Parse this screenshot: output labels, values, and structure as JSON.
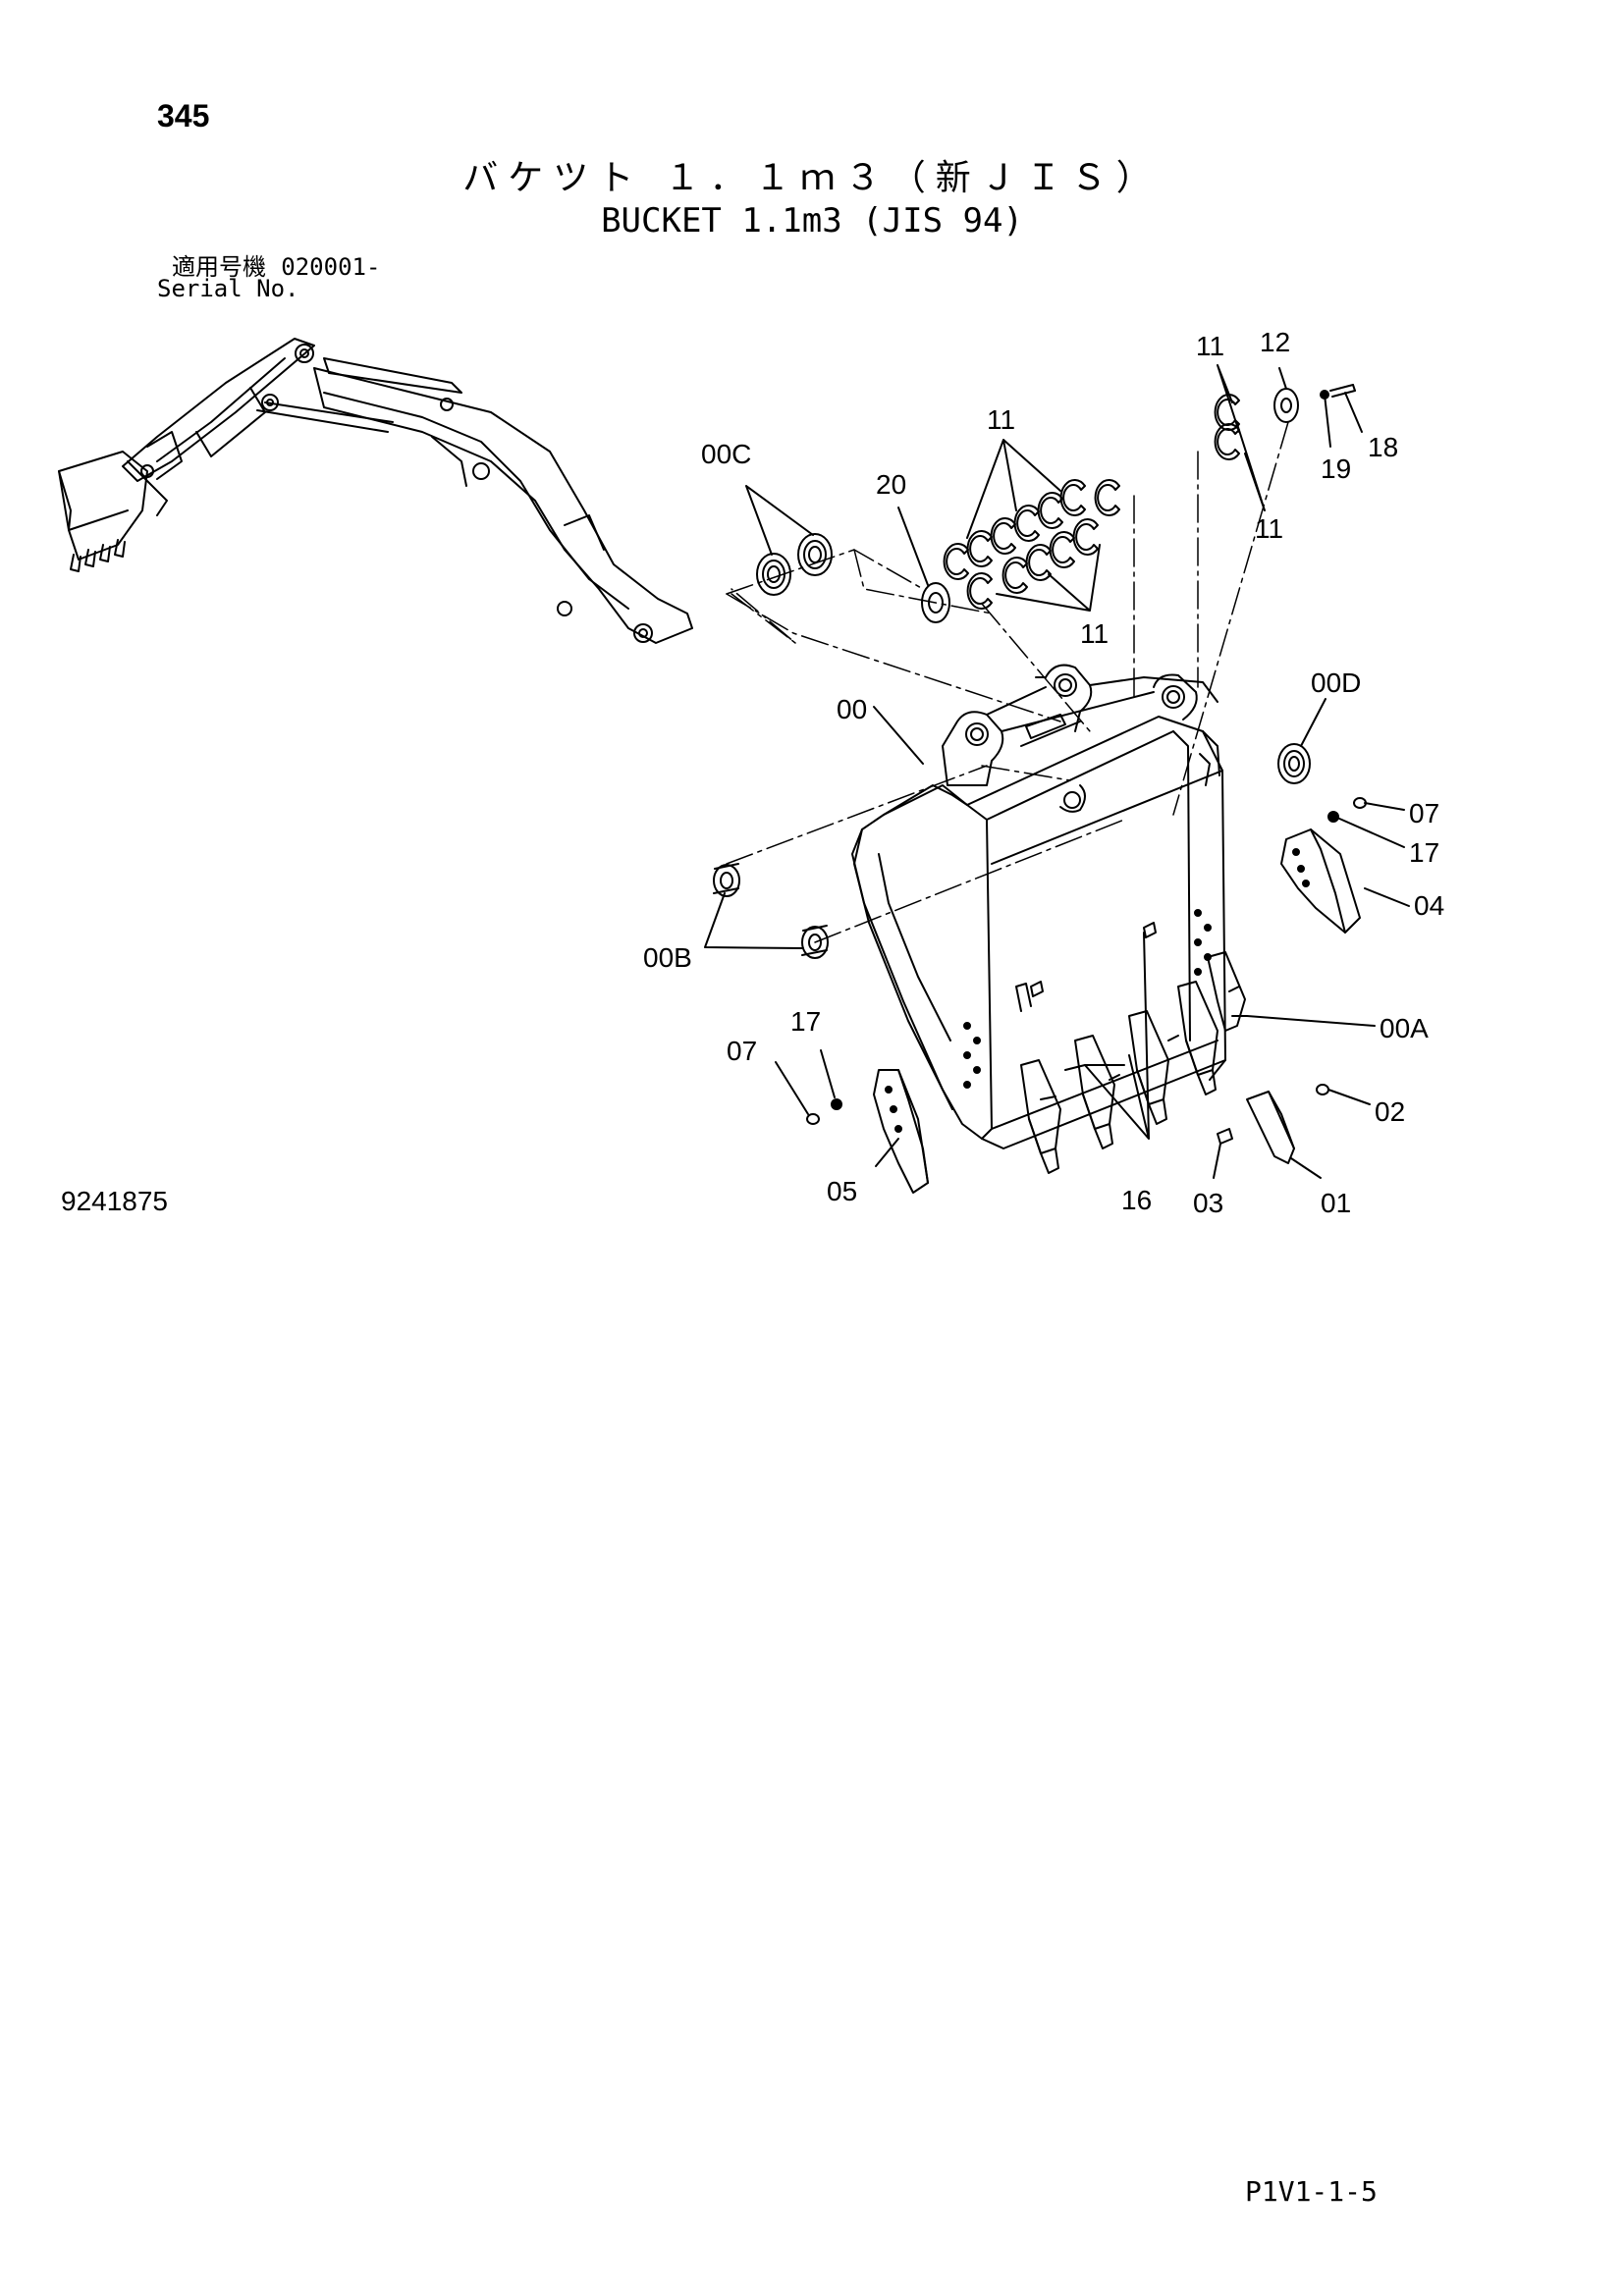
{
  "header": {
    "page_number": "345",
    "title_jp": "バケツト １．１ｍ３（新ＪＩＳ）",
    "title_en": "BUCKET 1.1m3 (JIS 94)"
  },
  "serial": {
    "label_jp": "適用号機",
    "range": "020001-",
    "label_en": "Serial No."
  },
  "footer": {
    "drawing_number": "9241875",
    "page_code": "P1V1-1-5"
  },
  "callouts": {
    "c11_top_right": "11",
    "c12": "12",
    "c18": "18",
    "c19": "19",
    "c11_right_lower": "11",
    "c11_middle_top": "11",
    "c00C": "00C",
    "c20": "20",
    "c11_middle_bottom": "11",
    "c00D": "00D",
    "c00": "00",
    "c07_right": "07",
    "c17_right": "17",
    "c04": "04",
    "c00B": "00B",
    "c00A": "00A",
    "c17_left": "17",
    "c07_left": "07",
    "c02": "02",
    "c05": "05",
    "c16": "16",
    "c03": "03",
    "c01": "01"
  }
}
